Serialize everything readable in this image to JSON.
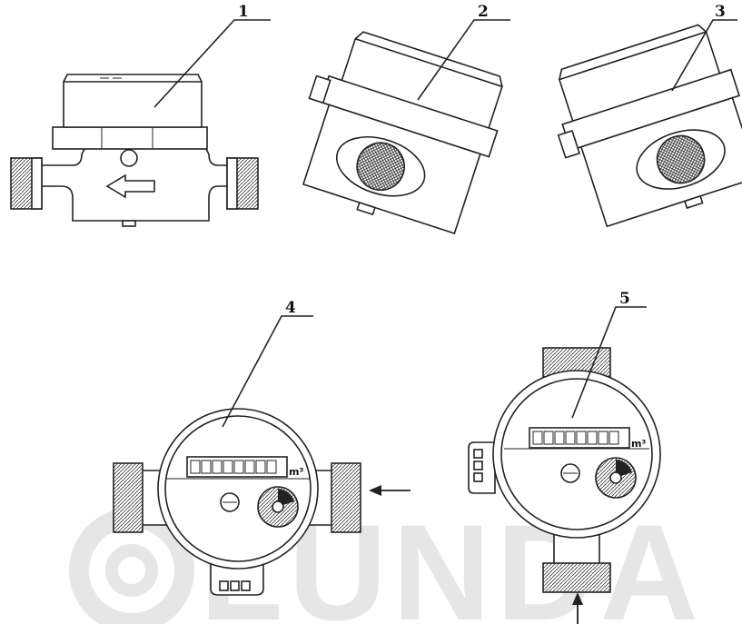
{
  "callouts": [
    {
      "id": "1",
      "label": "1"
    },
    {
      "id": "2",
      "label": "2"
    },
    {
      "id": "3",
      "label": "3"
    },
    {
      "id": "4",
      "label": "4"
    },
    {
      "id": "5",
      "label": "5"
    }
  ],
  "register_unit": "m³",
  "watermark": {
    "text": "LUNDA"
  }
}
